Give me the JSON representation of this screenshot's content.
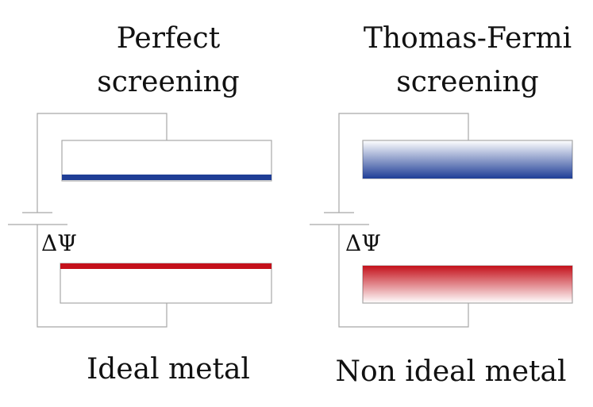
{
  "panels": {
    "left": {
      "title_line1": "Perfect",
      "title_line2": "screening",
      "voltage_symbol": "ΔΨ",
      "caption": "Ideal metal"
    },
    "right": {
      "title_line1": "Thomas-Fermi",
      "title_line2": "screening",
      "voltage_symbol": "ΔΨ",
      "caption": "Non ideal metal"
    }
  },
  "colors": {
    "negative_charge": "#1f3e96",
    "positive_charge": "#c4111b",
    "wire": "#a8a8a8"
  }
}
